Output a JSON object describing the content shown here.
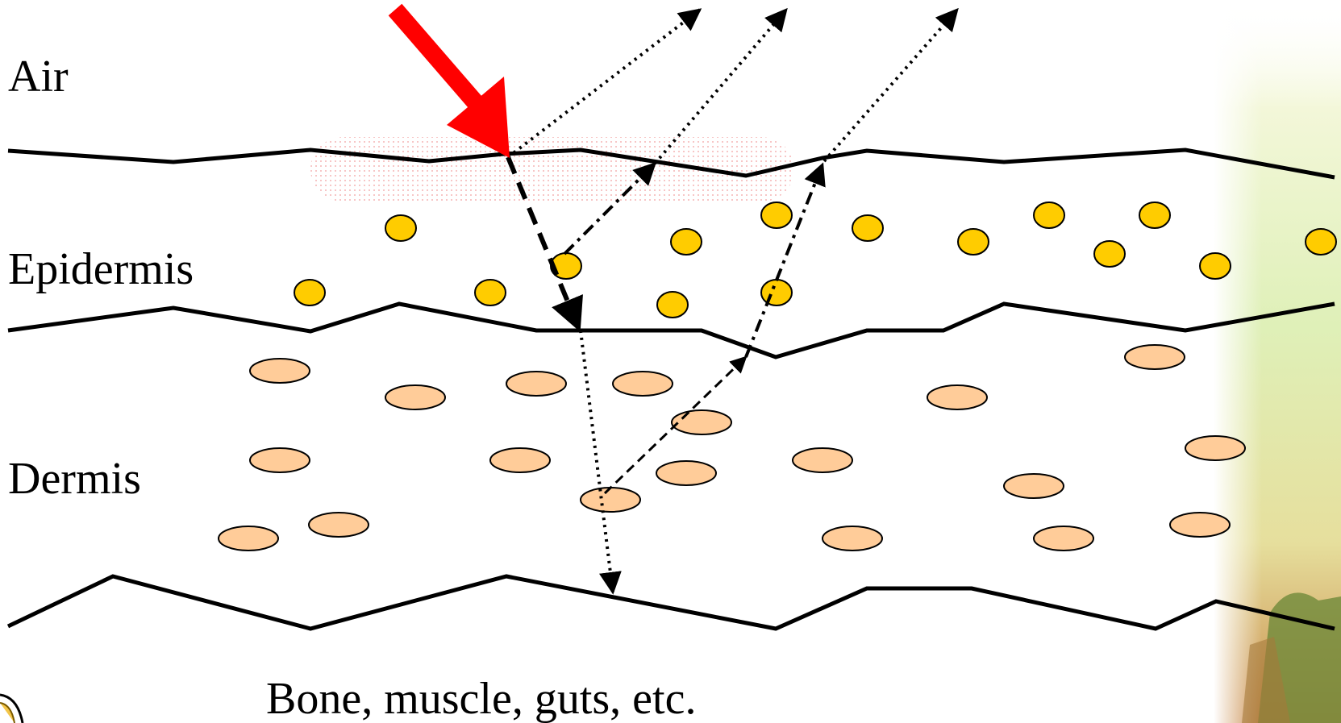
{
  "labels": {
    "air": "Air",
    "epidermis": "Epidermis",
    "dermis": "Dermis",
    "below": "Bone, muscle, guts, etc."
  },
  "colors": {
    "background": "#ffffff",
    "line": "#000000",
    "incident_arrow": "#ff0000",
    "epidermis_cell": "#ffcc00",
    "dermis_cell": "#ffcc99",
    "scatter_highlight": "#ffd6d6"
  },
  "icons": {
    "incident_light": "red-arrow-icon",
    "scene_decor": "landscape-decor"
  }
}
